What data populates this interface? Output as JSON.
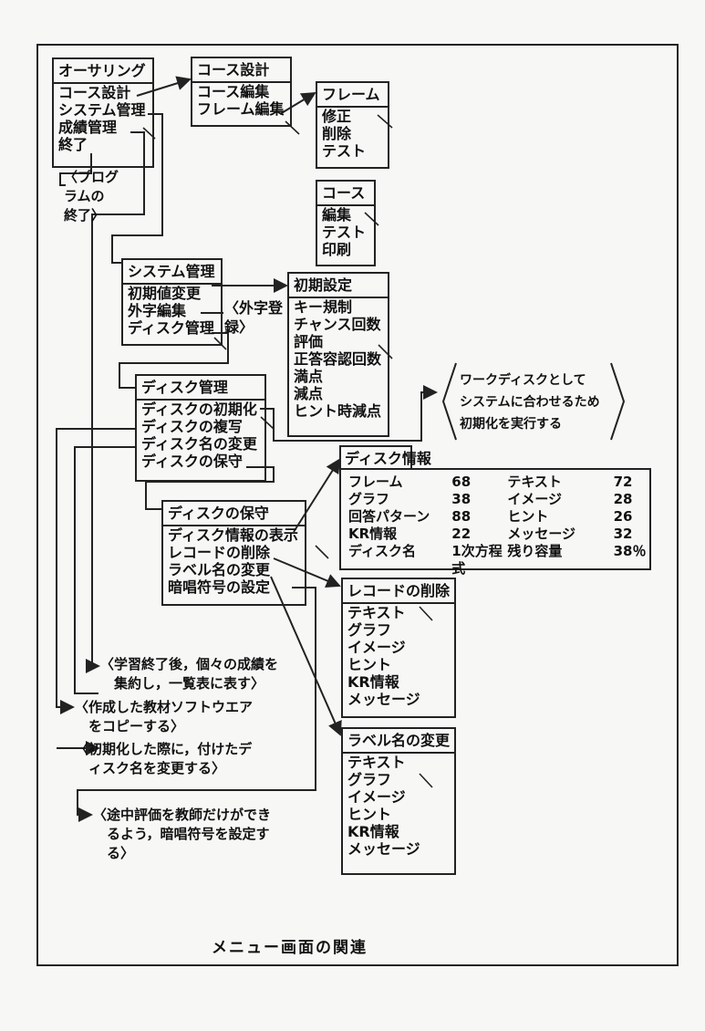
{
  "caption": "メニュー画面の関連",
  "menus": {
    "authoring": {
      "title": "オーサリング",
      "items": [
        "コース設計",
        "システム管理",
        "成績管理",
        "終了"
      ]
    },
    "course_design": {
      "title": "コース設計",
      "items": [
        "コース編集",
        "フレーム編集"
      ]
    },
    "frame": {
      "title": "フレーム",
      "items": [
        "修正",
        "削除",
        "テスト"
      ]
    },
    "course": {
      "title": "コース",
      "items": [
        "編集",
        "テスト",
        "印刷"
      ]
    },
    "system": {
      "title": "システム管理",
      "items": [
        "初期値変更",
        "外字編集",
        "ディスク管理"
      ]
    },
    "initial": {
      "title": "初期設定",
      "items": [
        "キー規制",
        "チャンス回数",
        "評価",
        "正答容認回数",
        "満点",
        "減点",
        "ヒント時減点"
      ]
    },
    "disk_mgmt": {
      "title": "ディスク管理",
      "items": [
        "ディスクの初期化",
        "ディスクの複写",
        "ディスク名の変更",
        "ディスクの保守"
      ]
    },
    "disk_maint": {
      "title": "ディスクの保守",
      "items": [
        "ディスク情報の表示",
        "レコードの削除",
        "ラベル名の変更",
        "暗唱符号の設定"
      ]
    },
    "record_delete": {
      "title": "レコードの削除",
      "items": [
        "テキスト",
        "グラフ",
        "イメージ",
        "ヒント",
        "KR情報",
        "メッセージ"
      ]
    },
    "label_change": {
      "title": "ラベル名の変更",
      "items": [
        "テキスト",
        "グラフ",
        "イメージ",
        "ヒント",
        "KR情報",
        "メッセージ"
      ]
    }
  },
  "disk_info": {
    "title": "ディスク情報",
    "rows": [
      [
        "フレーム",
        "68",
        "テキスト",
        "72"
      ],
      [
        "グラフ",
        "38",
        "イメージ",
        "28"
      ],
      [
        "回答パターン",
        "88",
        "ヒント",
        "26"
      ],
      [
        "KR情報",
        "22",
        "メッセージ",
        "32"
      ],
      [
        "ディスク名",
        "1次方程式",
        "残り容量",
        "38％"
      ]
    ]
  },
  "notes": {
    "program_end": "〈プログ\nラムの\n終了〉",
    "gaiji": "〈外字登\n録〉",
    "work_disk": "ワークディスクとして\nシステムに合わせるため\n初期化を実行する",
    "grades": "〈学習終了後，個々の成績を\n　集約し，一覧表に表す〉",
    "copy": "〈作成した教材ソフトウエア\n　をコピーする〉",
    "rename": "〈初期化した際に，付けたデ\n　ィスク名を変更する〉",
    "password": "〈途中評価を教師だけができ\n　るよう，暗唱符号を設定す\n　る〉"
  }
}
